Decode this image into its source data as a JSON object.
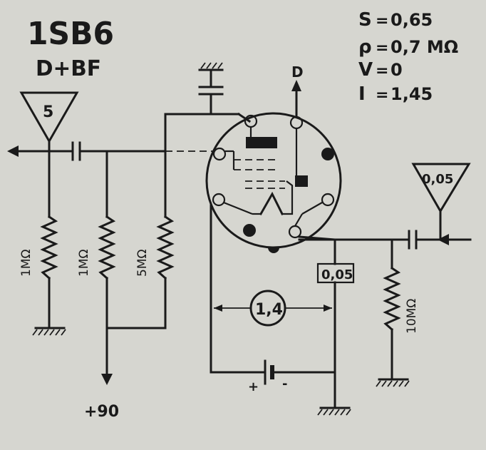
{
  "tube": {
    "type": "1SB6",
    "function": "D+BF"
  },
  "specs": [
    {
      "symbol": "S",
      "value": "0,65"
    },
    {
      "symbol": "ρ",
      "value": "0,7 MΩ"
    },
    {
      "symbol": "V",
      "value": "0"
    },
    {
      "symbol": "I",
      "value": "1,45"
    }
  ],
  "gains": {
    "left": "5",
    "right": "0,05"
  },
  "resistors": {
    "r1": "1MΩ",
    "r2": "1MΩ",
    "r3": "5MΩ",
    "r4": "10MΩ"
  },
  "labels": {
    "diode": "D",
    "supply": "+90",
    "filament": "1,4",
    "capacitor": "0,05",
    "plus": "+",
    "minus": "-"
  }
}
